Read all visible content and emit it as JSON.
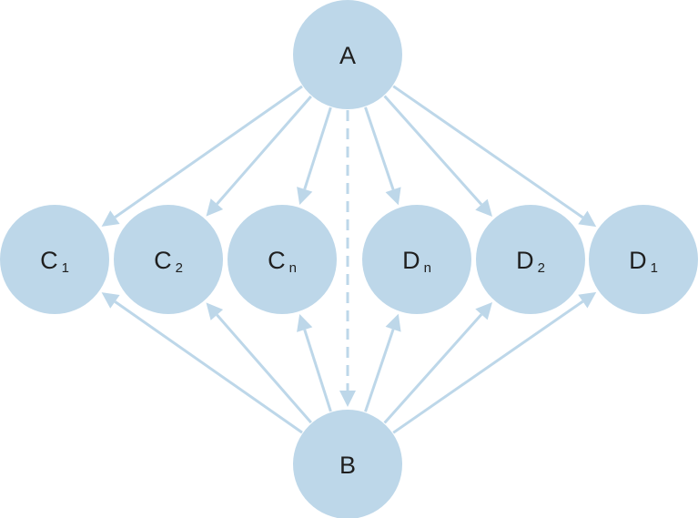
{
  "colors": {
    "node_fill": "#bdd7e9",
    "edge": "#bdd7e9",
    "text": "#1f1f1f",
    "background": "#ffffff"
  },
  "nodes": {
    "A": {
      "label": "A",
      "sub": ""
    },
    "B": {
      "label": "B",
      "sub": ""
    },
    "C1": {
      "label": "C",
      "sub": "1"
    },
    "C2": {
      "label": "C",
      "sub": "2"
    },
    "Cn": {
      "label": "C",
      "sub": "n"
    },
    "Dn": {
      "label": "D",
      "sub": "n"
    },
    "D2": {
      "label": "D",
      "sub": "2"
    },
    "D1": {
      "label": "D",
      "sub": "1"
    }
  },
  "edges": [
    {
      "from": "A",
      "to": "C1",
      "style": "solid"
    },
    {
      "from": "A",
      "to": "C2",
      "style": "solid"
    },
    {
      "from": "A",
      "to": "Cn",
      "style": "solid"
    },
    {
      "from": "A",
      "to": "Dn",
      "style": "solid"
    },
    {
      "from": "A",
      "to": "D2",
      "style": "solid"
    },
    {
      "from": "A",
      "to": "D1",
      "style": "solid"
    },
    {
      "from": "A",
      "to": "B",
      "style": "dashed"
    },
    {
      "from": "B",
      "to": "C1",
      "style": "solid"
    },
    {
      "from": "B",
      "to": "C2",
      "style": "solid"
    },
    {
      "from": "B",
      "to": "Cn",
      "style": "solid"
    },
    {
      "from": "B",
      "to": "Dn",
      "style": "solid"
    },
    {
      "from": "B",
      "to": "D2",
      "style": "solid"
    },
    {
      "from": "B",
      "to": "D1",
      "style": "solid"
    }
  ]
}
